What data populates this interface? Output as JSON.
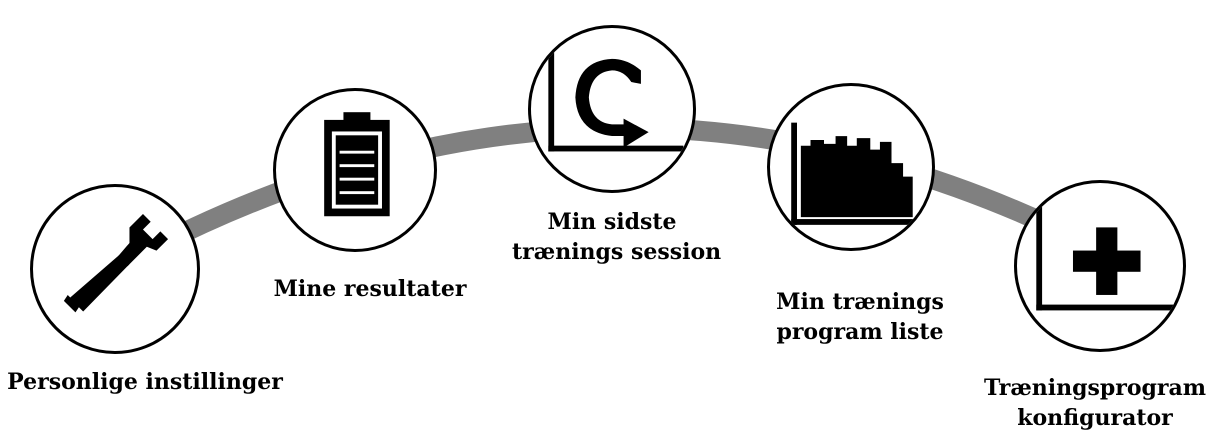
{
  "colors": {
    "arc": "#808080",
    "outline": "#000000",
    "background": "#ffffff"
  },
  "menu": {
    "items": [
      {
        "id": "personal-settings",
        "icon": "wrench-icon",
        "label_lines": [
          "Personlige instillinger"
        ]
      },
      {
        "id": "my-results",
        "icon": "clipboard-icon",
        "label_lines": [
          "Mine resultater"
        ]
      },
      {
        "id": "last-training-session",
        "icon": "refresh-chart-icon",
        "label_lines": [
          "Min sidste",
          "trænings session"
        ]
      },
      {
        "id": "training-program-list",
        "icon": "bar-chart-icon",
        "label_lines": [
          "Min trænings",
          "program liste"
        ]
      },
      {
        "id": "training-program-configurator",
        "icon": "plus-chart-icon",
        "label_lines": [
          "Træningsprogram",
          "konfigurator"
        ]
      }
    ]
  }
}
